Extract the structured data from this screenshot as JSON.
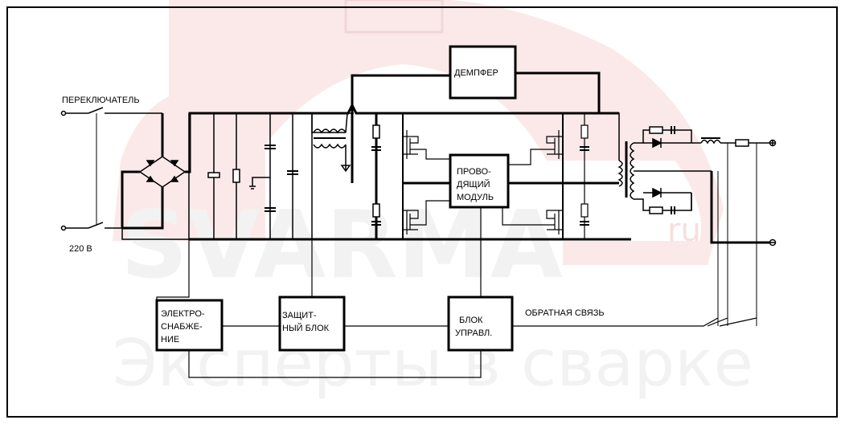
{
  "watermark": {
    "brand": "SVARMA",
    "brand_suffix": "ru",
    "tagline": "Эксперты в сварке"
  },
  "labels": {
    "switch": "ПЕРЕКЛЮЧАТЕЛЬ",
    "voltage": "220 В",
    "damper": "ДЕМПФЕР",
    "conducting_module": [
      "ПРОВО-",
      "ДЯЩИЙ",
      "МОДУЛЬ"
    ],
    "power_supply": [
      "ЭЛЕКТРО-",
      "СНАБЖЕ-",
      "НИЕ"
    ],
    "protection_block": [
      "ЗАЩИТ-",
      "НЫЙ БЛОК"
    ],
    "control_block": [
      "БЛОК",
      "УПРАВЛ."
    ],
    "feedback": "ОБРАТНАЯ СВЯЗЬ"
  },
  "colors": {
    "line": "#000000",
    "background": "#ffffff",
    "watermark_text": "#f2f2f2",
    "watermark_logo": "#fbe9e9"
  }
}
